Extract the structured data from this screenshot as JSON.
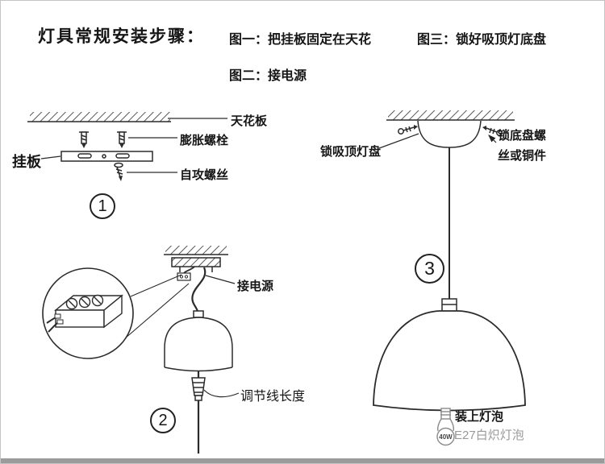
{
  "meta": {
    "background": "#ffffff",
    "line_color": "#2b2b2b",
    "muted_color": "#9a9a9a"
  },
  "header": {
    "title": "灯具常规安装步骤：",
    "fig1": "图一：把挂板固定在天花",
    "fig2": "图二：接电源",
    "fig3": "图三：锁好吸顶灯底盘"
  },
  "step1": {
    "number": "1",
    "ceiling_label": "天花板",
    "expansion_bolt_label": "膨胀螺栓",
    "plate_label": "挂板",
    "screw_label": "自攻螺丝"
  },
  "step2": {
    "number": "2",
    "power_label": "接电源",
    "cord_label": "调节线长度"
  },
  "step3": {
    "number": "3",
    "canopy_label": "锁吸顶灯盘",
    "base_screw_label": "锁底盘螺丝或铜件",
    "bulb_label": "装上灯泡",
    "bulb_type_label": "E27白炽灯泡",
    "bulb_wattage": "40W"
  }
}
